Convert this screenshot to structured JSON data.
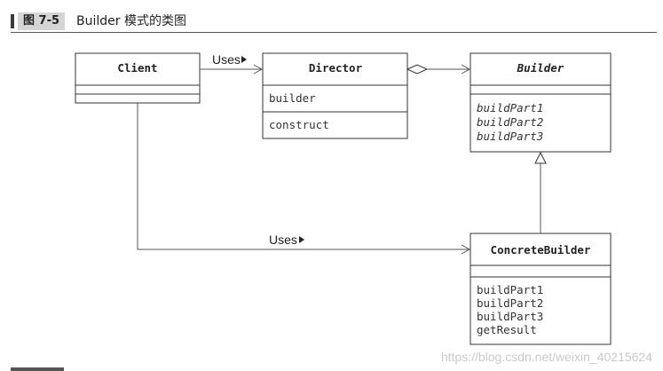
{
  "figure": {
    "number": "图 7-5",
    "title": "Builder 模式的类图"
  },
  "classes": {
    "client": {
      "name": "Client"
    },
    "director": {
      "name": "Director",
      "fields": [
        "builder"
      ],
      "methods": [
        "construct"
      ]
    },
    "builder": {
      "name": "Builder",
      "abstract": true,
      "methods": [
        "buildPart1",
        "buildPart2",
        "buildPart3"
      ]
    },
    "concrete_builder": {
      "name": "ConcreteBuilder",
      "methods": [
        "buildPart1",
        "buildPart2",
        "buildPart3",
        "getResult"
      ]
    }
  },
  "relations": {
    "client_director_label": "Uses",
    "client_concrete_label": "Uses"
  },
  "watermark": "https://blog.csdn.net/weixin_40215624"
}
